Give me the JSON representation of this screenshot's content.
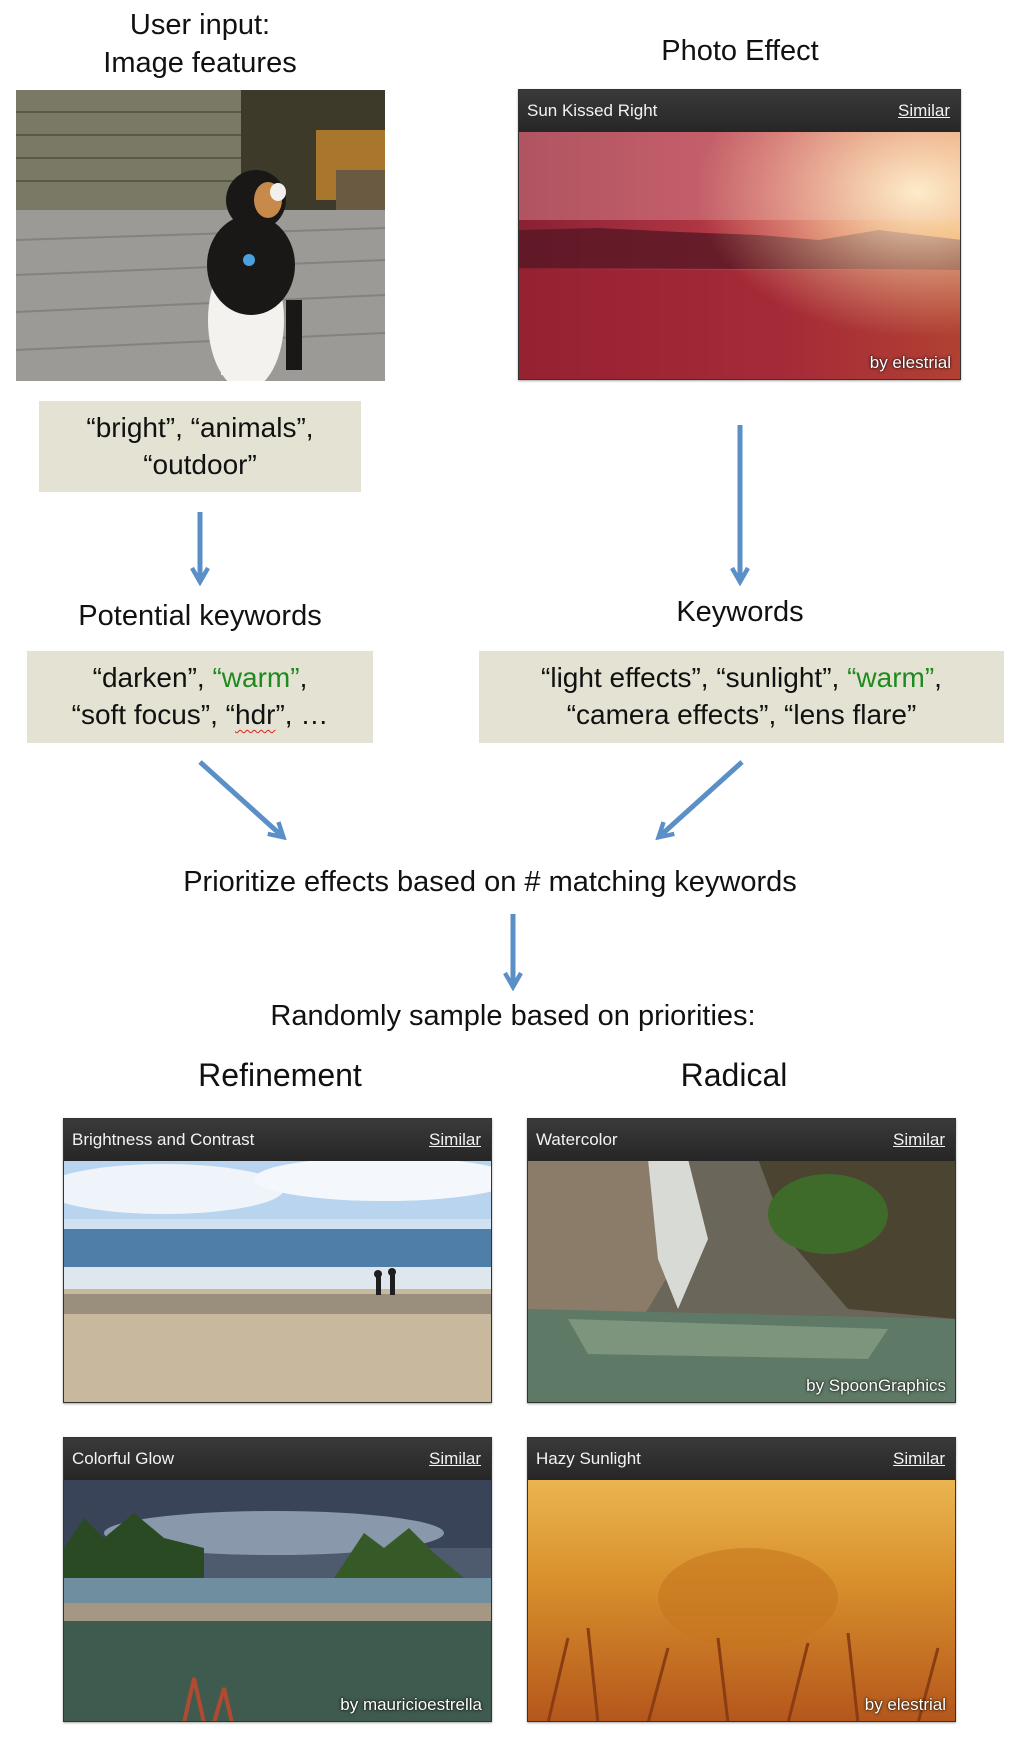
{
  "left": {
    "heading_line1": "User input:",
    "heading_line2": "Image features",
    "features_line1": "“bright”, “animals”,",
    "features_line2": "“outdoor”",
    "potential_heading": "Potential keywords",
    "potential_a": "“darken”, ",
    "potential_warm": "“warm”",
    "potential_b": ",",
    "potential_c": "“soft focus”, “",
    "potential_hdr": "hdr",
    "potential_d": "”, …"
  },
  "right": {
    "heading": "Photo Effect",
    "effect_card": {
      "title": "Sun Kissed Right",
      "similar": "Similar",
      "byline": "by elestrial"
    },
    "keywords_heading": "Keywords",
    "kw_a": "“light effects”, “sunlight”, ",
    "kw_warm": "“warm”",
    "kw_b": ",",
    "kw_c": "“camera effects”, “lens flare”"
  },
  "prioritize": "Prioritize effects based on # matching keywords",
  "sample": "Randomly sample based on priorities:",
  "refinement_heading": "Refinement",
  "radical_heading": "Radical",
  "cards": {
    "brightness": {
      "title": "Brightness and Contrast",
      "similar": "Similar"
    },
    "watercolor": {
      "title": "Watercolor",
      "similar": "Similar",
      "byline": "by SpoonGraphics"
    },
    "glow": {
      "title": "Colorful Glow",
      "similar": "Similar",
      "byline": "by mauricioestrella"
    },
    "hazy": {
      "title": "Hazy Sunlight",
      "similar": "Similar",
      "byline": "by elestrial"
    }
  },
  "colors": {
    "keyword_box": "#e4e2d2",
    "arrow": "#5b8fc7",
    "match_green": "#1f8a1f"
  }
}
